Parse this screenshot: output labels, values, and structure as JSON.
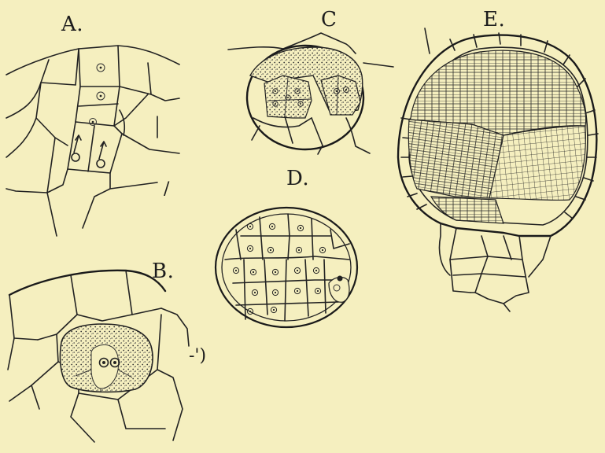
{
  "figures": {
    "a": {
      "label": "A."
    },
    "b": {
      "label": "B."
    },
    "c": {
      "label": "C"
    },
    "d": {
      "label": "D."
    },
    "e": {
      "label": "E."
    }
  },
  "marks": {
    "tick_a": "/",
    "tick_b": "-')"
  },
  "colors": {
    "background": "#f5efbf",
    "ink": "#222222"
  }
}
